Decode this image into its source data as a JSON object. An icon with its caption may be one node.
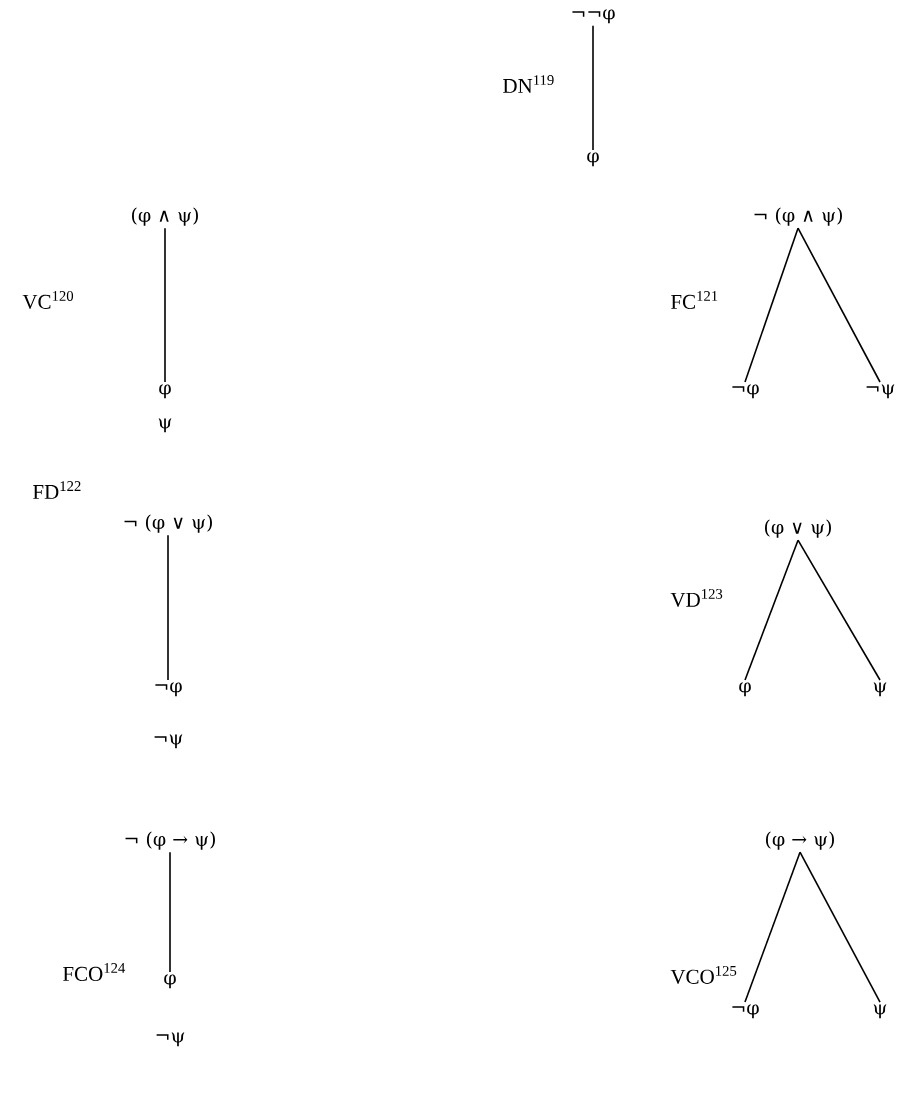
{
  "diagram": {
    "nodes": [
      {
        "text": [
          "¬¬φ"
        ]
      },
      {
        "text": [
          "φ"
        ]
      },
      {
        "text": [
          "(φ ∧ ψ)"
        ]
      },
      {
        "text": [
          "φ",
          "ψ"
        ]
      },
      {
        "text": [
          "¬ (φ ∧ ψ)"
        ]
      },
      {
        "text": [
          "¬φ"
        ]
      },
      {
        "text": [
          "¬ψ"
        ]
      },
      {
        "text": [
          "¬ (φ ∨ ψ)"
        ]
      },
      {
        "text": [
          "¬φ",
          "¬ψ"
        ]
      },
      {
        "text": [
          "(φ ∨ ψ)"
        ]
      },
      {
        "text": [
          "φ"
        ]
      },
      {
        "text": [
          "ψ"
        ]
      },
      {
        "text": [
          "¬ (φ → ψ)"
        ]
      },
      {
        "text": [
          "φ",
          "¬ψ"
        ]
      },
      {
        "text": [
          "(φ → ψ)"
        ]
      },
      {
        "text": [
          "¬φ"
        ]
      },
      {
        "text": [
          "ψ"
        ]
      }
    ],
    "edges": [
      {
        "from": 0,
        "to": 1,
        "arrow": "none",
        "label": "DN$^{119}$"
      },
      {
        "from": 2,
        "to": 3,
        "arrow": "none",
        "label": "VC$^{120}$"
      },
      {
        "from": 4,
        "to": 5,
        "arrow": "none",
        "label": "FC$^{121}$"
      },
      {
        "from": 4,
        "to": 6,
        "arrow": "none"
      },
      {
        "from": 7,
        "to": 8,
        "arrow": "none",
        "label": "FD$^{122}$"
      },
      {
        "from": 9,
        "to": 10,
        "arrow": "none",
        "label": "VD$^{123}$"
      },
      {
        "from": 9,
        "to": 11,
        "arrow": "none"
      },
      {
        "from": 12,
        "to": 13,
        "arrow": "none",
        "label": "FCO$^{124}$"
      },
      {
        "from": 14,
        "to": 15,
        "arrow": "none",
        "label": "VCO$^{125}$"
      },
      {
        "from": 14,
        "to": 16,
        "arrow": "none"
      }
    ]
  }
}
